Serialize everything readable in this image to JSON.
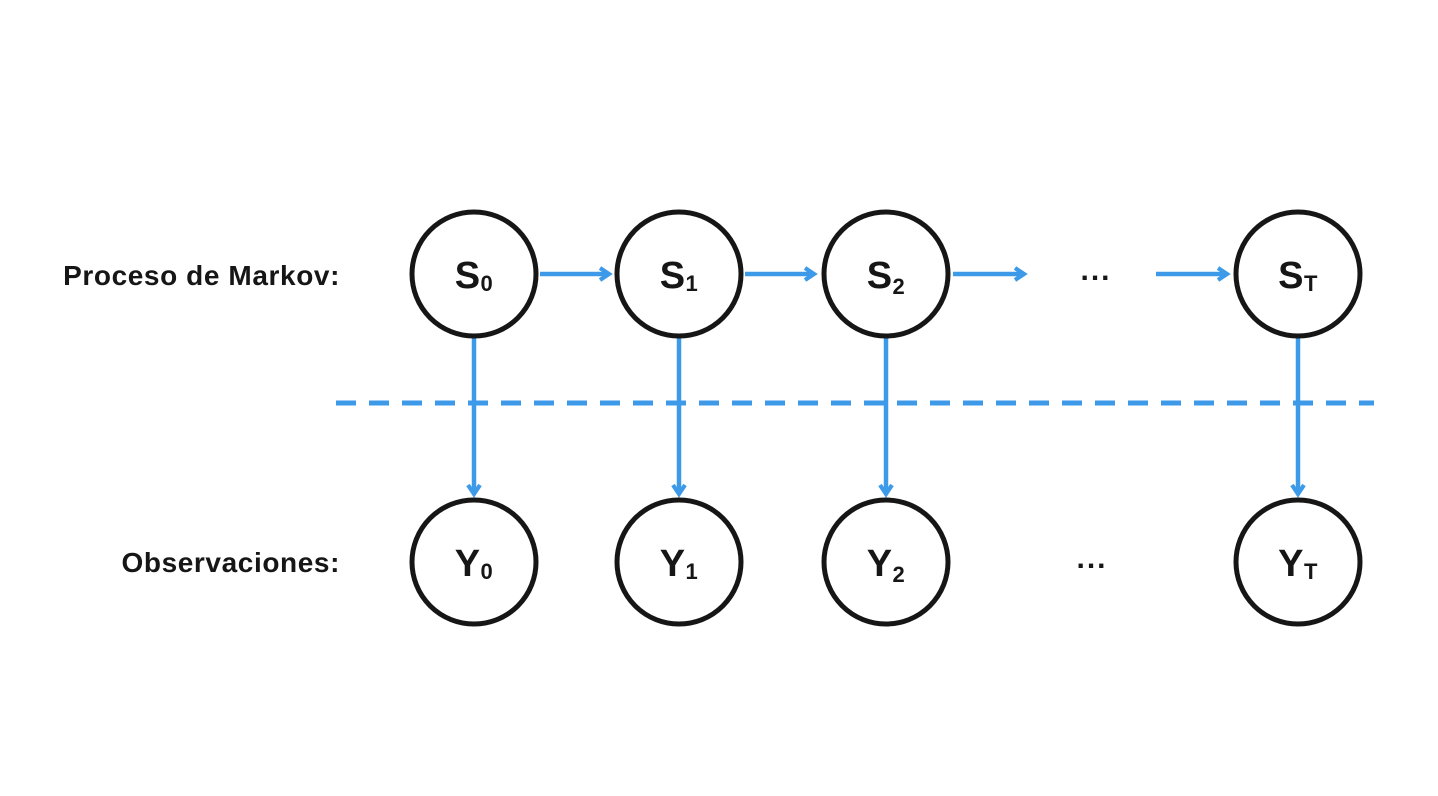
{
  "colors": {
    "accent": "#3d9ae8",
    "ink": "#161616",
    "background": "#ffffff"
  },
  "labels": {
    "process_row": "Proceso de Markov:",
    "observation_row": "Observaciones:"
  },
  "ellipsis": {
    "states_row": "...",
    "observations_row": "..."
  },
  "nodes": {
    "states": [
      {
        "base": "S",
        "sub": "0"
      },
      {
        "base": "S",
        "sub": "1"
      },
      {
        "base": "S",
        "sub": "2"
      },
      {
        "base": "S",
        "sub": "T"
      }
    ],
    "observations": [
      {
        "base": "Y",
        "sub": "0"
      },
      {
        "base": "Y",
        "sub": "1"
      },
      {
        "base": "Y",
        "sub": "2"
      },
      {
        "base": "Y",
        "sub": "T"
      }
    ]
  }
}
